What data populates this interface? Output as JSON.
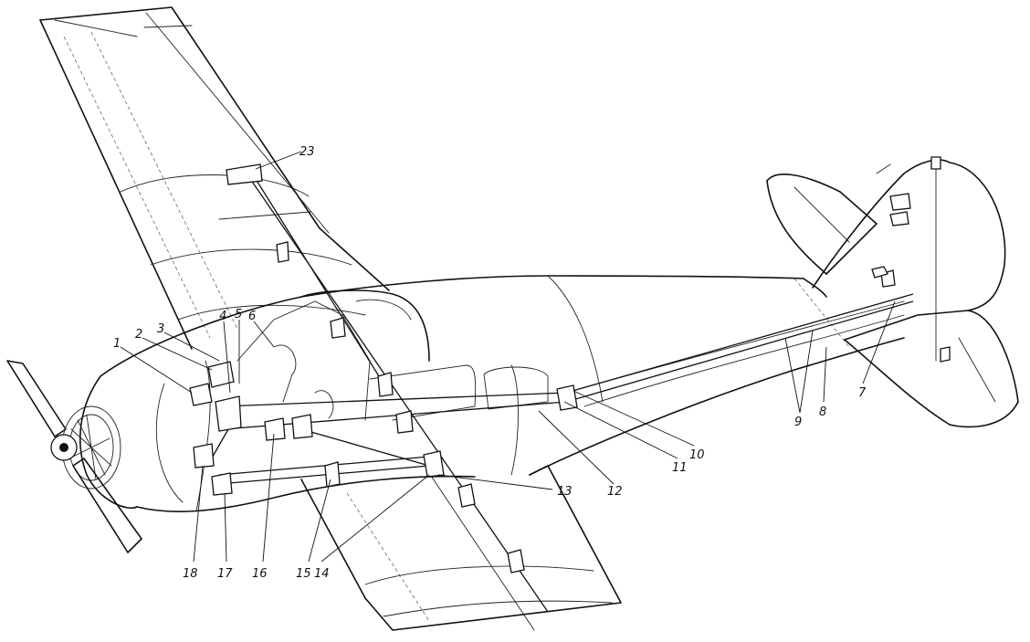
{
  "labels": {
    "l1": "1",
    "l2": "2",
    "l3": "3",
    "l4": "4",
    "l5": "5",
    "l6": "6",
    "l7": "7",
    "l8": "8",
    "l9": "9",
    "l10": "10",
    "l11": "11",
    "l12": "12",
    "l13": "13",
    "l14": "14",
    "l15": "15",
    "l16": "16",
    "l17": "17",
    "l18": "18",
    "l23": "23"
  }
}
